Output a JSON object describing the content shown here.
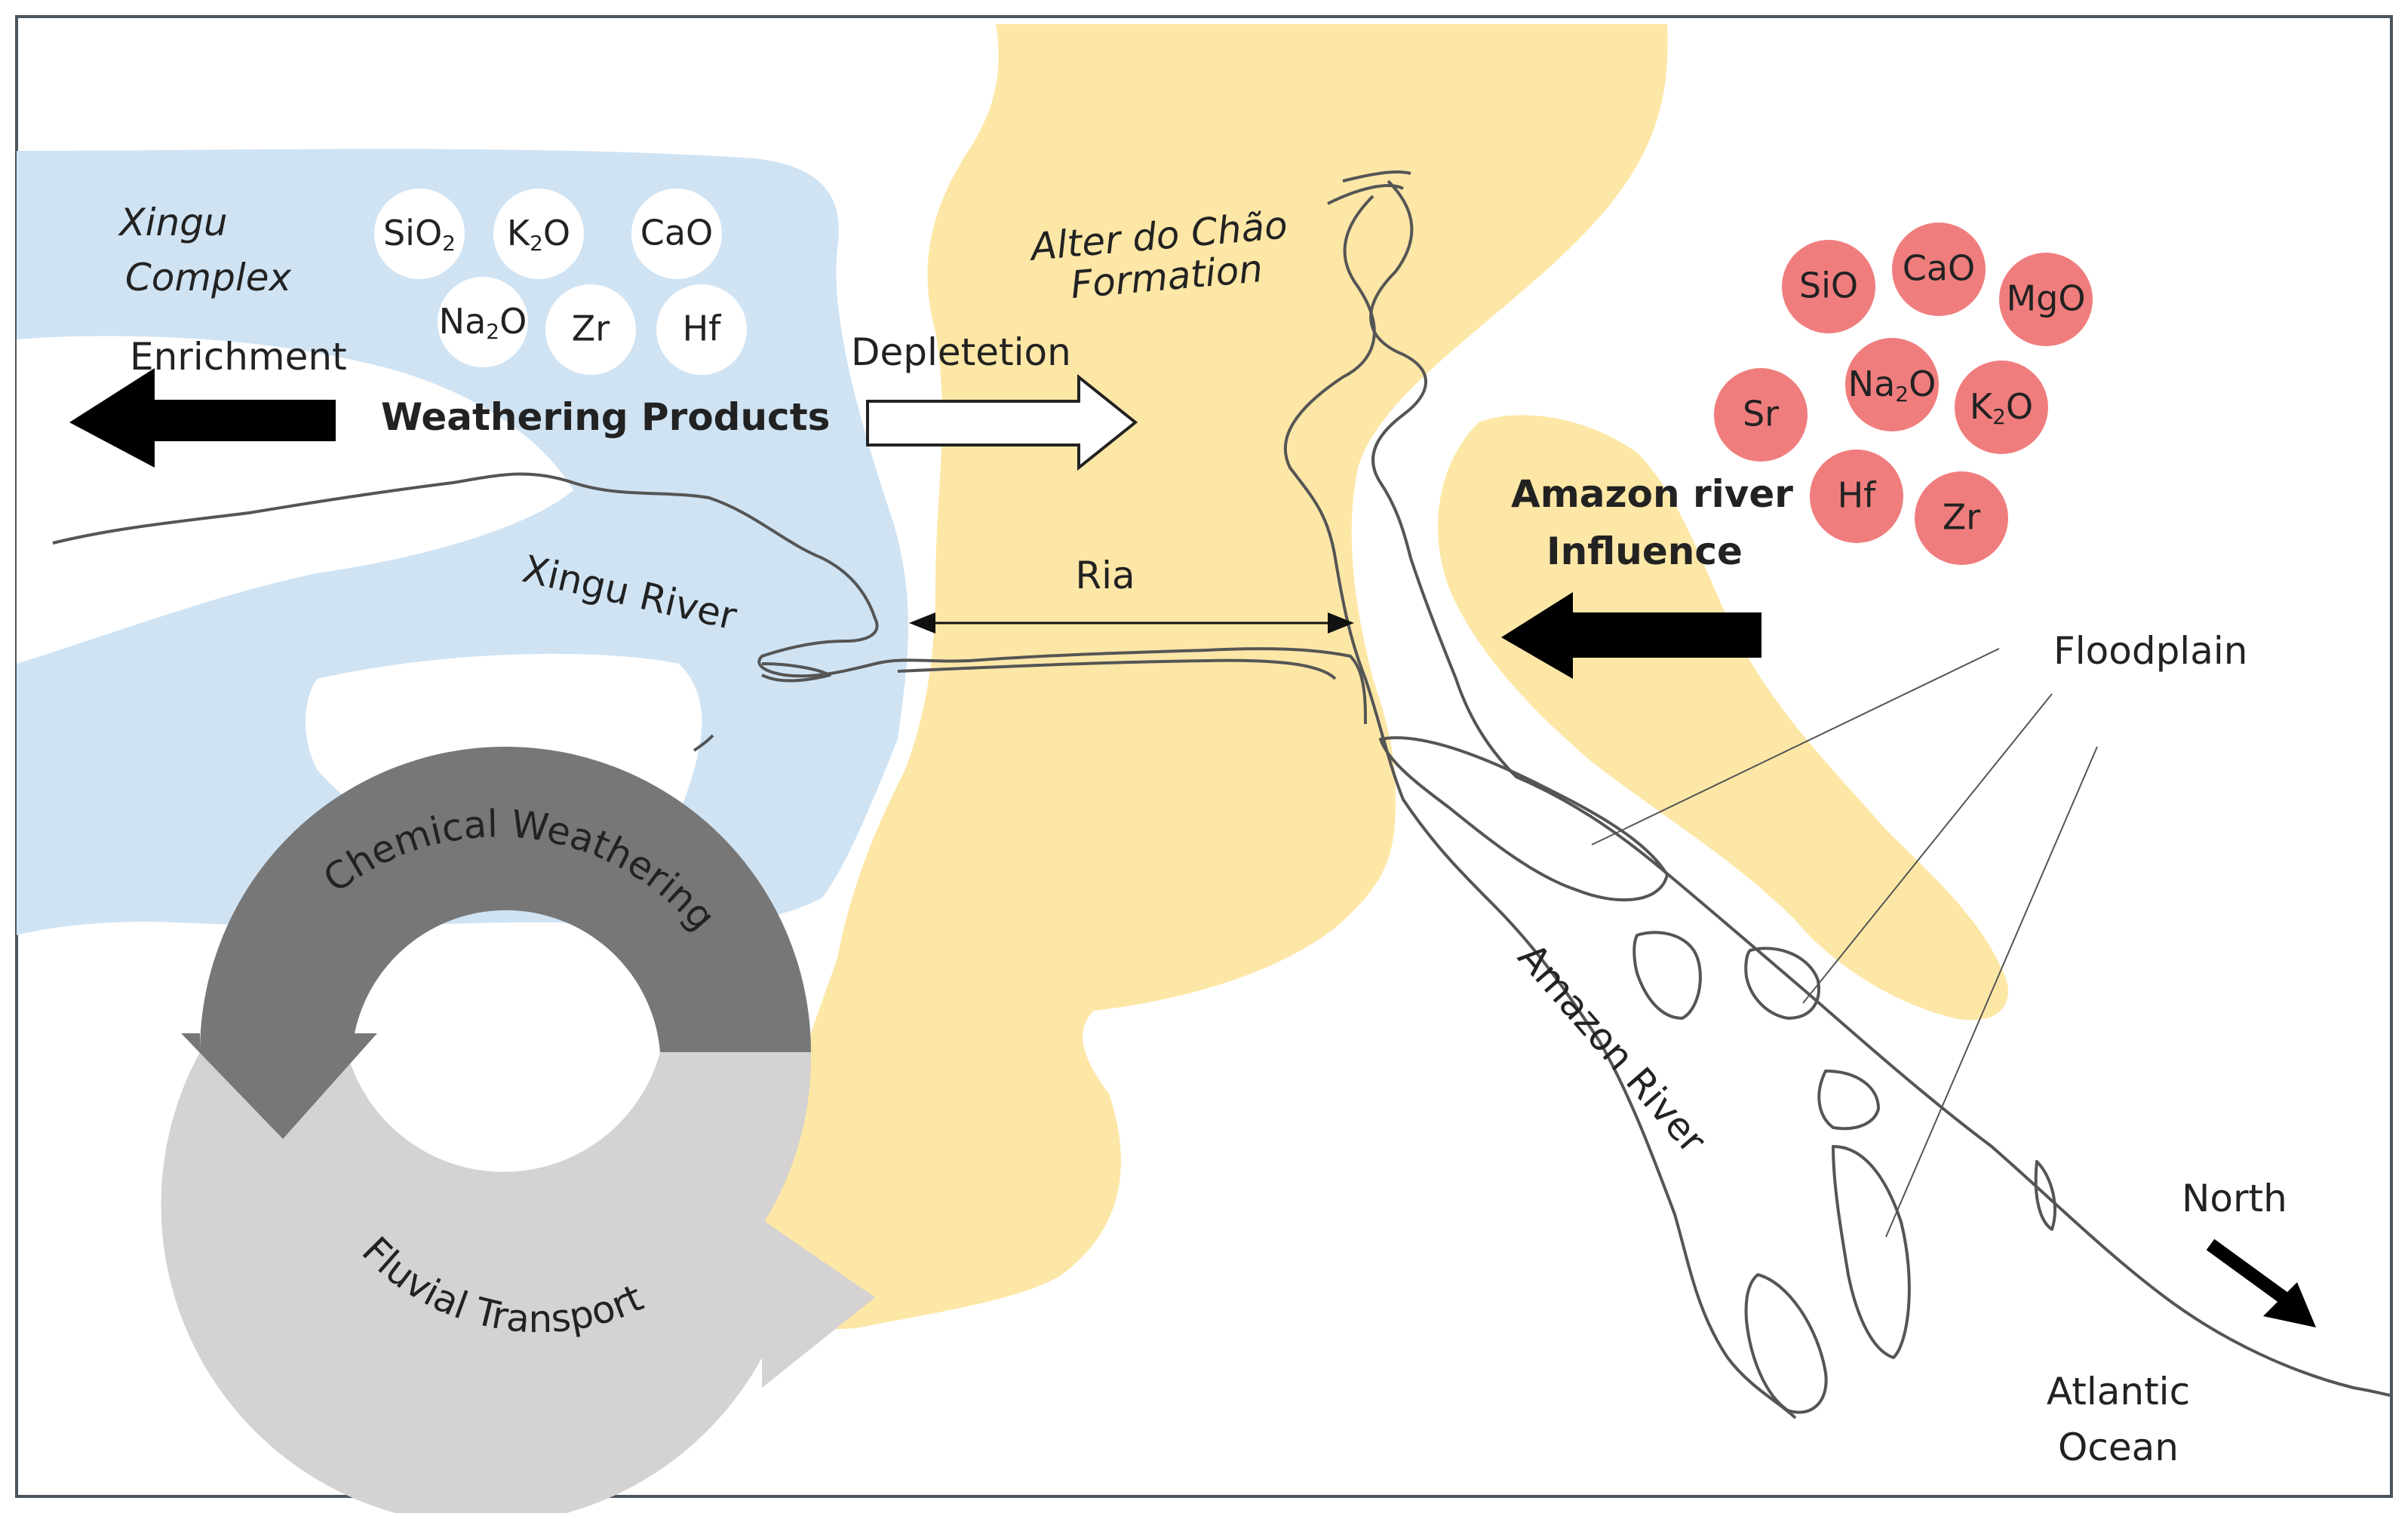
{
  "labels": {
    "xingu_complex_line1": "Xingu",
    "xingu_complex_line2": "Complex",
    "enrichment": "Enrichment",
    "weathering_products": "Weathering Products",
    "depletion": "Depletetion",
    "alter_line1": "Alter do Chão",
    "alter_line2": "Formation",
    "xingu_river": "Xingu River",
    "ria": "Ria",
    "amazon_influence_line1": "Amazon river",
    "amazon_influence_line2": "Influence",
    "floodplain": "Floodplain",
    "amazon_river": "Amazon River",
    "north": "North",
    "atlantic_line1": "Atlantic",
    "atlantic_line2": "Ocean",
    "chemical_weathering": "Chemical Weathering",
    "fluvial_transport": "Fluvial Transport"
  },
  "xingu_oxides": [
    {
      "base": "SiO",
      "sub": "2"
    },
    {
      "base": "K",
      "sub": "2",
      "tail": "O"
    },
    {
      "base": "CaO"
    },
    {
      "base": "Na",
      "sub": "2",
      "tail": "O"
    },
    {
      "base": "Zr"
    },
    {
      "base": "Hf"
    }
  ],
  "amazon_oxides": [
    {
      "base": "SiO"
    },
    {
      "base": "CaO"
    },
    {
      "base": "MgO"
    },
    {
      "base": "Sr"
    },
    {
      "base": "Na",
      "sub": "2",
      "tail": "O"
    },
    {
      "base": "K",
      "sub": "2",
      "tail": "O"
    },
    {
      "base": "Hf"
    },
    {
      "base": "Zr"
    }
  ],
  "colors": {
    "xingu_complex": "#cfe3f3",
    "alter_formation": "#fde7a6",
    "amazon_oxide": "#f07d7d",
    "ring_dark": "#777777",
    "ring_light": "#d4d2d2",
    "arrow": "#000000"
  }
}
